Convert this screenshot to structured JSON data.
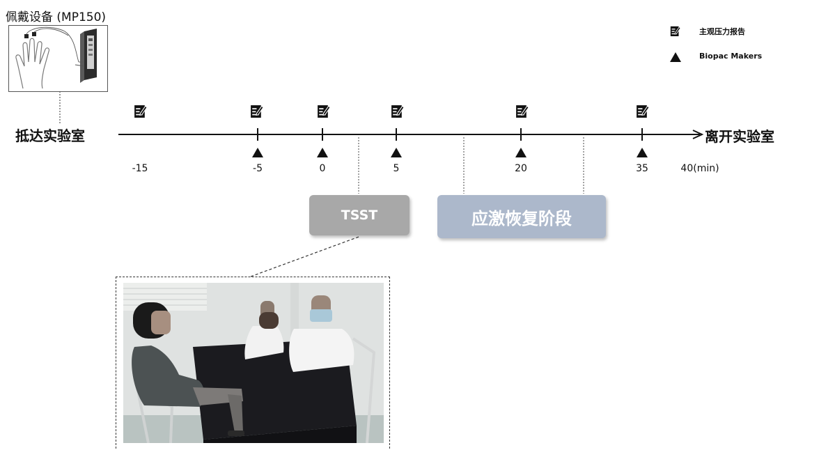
{
  "device": {
    "title": "佩戴设备 (MP150)"
  },
  "timeline": {
    "start_label": "抵达实验室",
    "end_label": "离开实验室",
    "ticks": [
      "-15",
      "-5",
      "0",
      "5",
      "20",
      "35",
      "40(min)"
    ]
  },
  "legend": {
    "survey_label": "主观压力报告",
    "marker_label": "Biopac Makers"
  },
  "stages": {
    "tsst": "TSST",
    "recovery": "应激恢复阶段"
  },
  "colors": {
    "tsst": "#a8a8a8",
    "recovery": "#acb8cb",
    "line": "#111111"
  },
  "icons": {
    "survey": "note-pencil-icon",
    "marker": "triangle-icon"
  }
}
